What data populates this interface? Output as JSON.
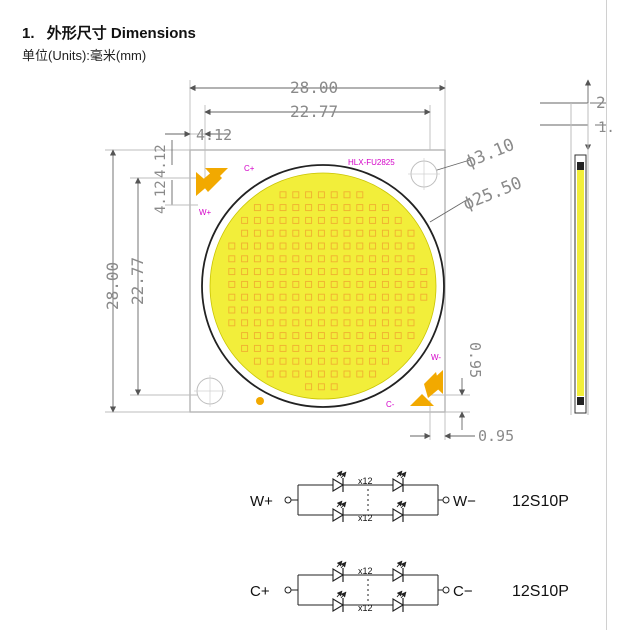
{
  "header": {
    "section_number": "1.",
    "title_cn": "外形尺寸",
    "title_en": "Dimensions",
    "units_line": "单位(Units):毫米(mm)"
  },
  "dimensions": {
    "width_outer": "28.00",
    "width_inner": "22.77",
    "height_outer": "28.00",
    "height_inner": "22.77",
    "corner_horizontal": "4.12",
    "corner_vertical": "4.12",
    "hole_diameter": "ϕ3.10",
    "emitter_diameter": "ϕ25.50",
    "right_edge": "0.95",
    "bottom_edge": "0.95",
    "side_top_partial": "2",
    "side_second_partial": "1."
  },
  "board": {
    "model": "HLX-FU2825",
    "pads": {
      "c_plus": "C+",
      "w_plus": "W+",
      "w_minus": "W-",
      "c_minus": "C-"
    }
  },
  "circuits": [
    {
      "left_terminal": "W+",
      "right_terminal": "W−",
      "top_count": "x12",
      "bottom_count": "x12",
      "spec": "12S10P"
    },
    {
      "left_terminal": "C+",
      "right_terminal": "C−",
      "top_count": "x12",
      "bottom_count": "x12",
      "spec": "12S10P"
    }
  ],
  "colors": {
    "emitter_yellow": "#f2ee3a",
    "grid_orange": "#f0b030",
    "pad_orange": "#f2a900",
    "label_magenta": "#d400c8"
  }
}
